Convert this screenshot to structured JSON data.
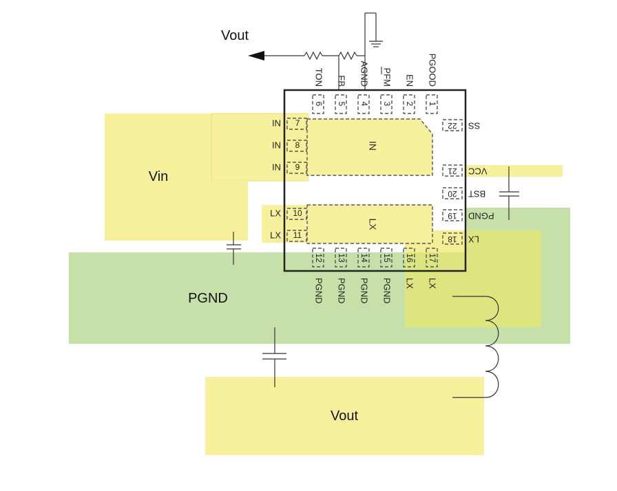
{
  "colors": {
    "yellow_area": "#f7f19d",
    "green_area": "#c7dfa8",
    "overlap_area": "#dce580",
    "chip_outline": "#222222",
    "trace": "#333333"
  },
  "labels": {
    "vin_area": "Vin",
    "pgnd_area": "PGND",
    "vout_area": "Vout",
    "vout_arrow": "Vout",
    "exposed_pad_in": "IN",
    "exposed_pad_lx": "LX"
  },
  "pins": {
    "p1": {
      "num": "1",
      "name": "PGOOD"
    },
    "p2": {
      "num": "2",
      "name": "EN"
    },
    "p3": {
      "num": "3",
      "name": "PFM"
    },
    "p4": {
      "num": "4",
      "name": "AGND"
    },
    "p5": {
      "num": "5",
      "name": "FB"
    },
    "p6": {
      "num": "6",
      "name": "TON"
    },
    "p7": {
      "num": "7",
      "name": "IN"
    },
    "p8": {
      "num": "8",
      "name": "IN"
    },
    "p9": {
      "num": "9",
      "name": "IN"
    },
    "p10": {
      "num": "10",
      "name": "LX"
    },
    "p11": {
      "num": "11",
      "name": "LX"
    },
    "p12": {
      "num": "12",
      "name": "PGND"
    },
    "p13": {
      "num": "13",
      "name": "PGND"
    },
    "p14": {
      "num": "14",
      "name": "PGND"
    },
    "p15": {
      "num": "15",
      "name": "PGND"
    },
    "p16": {
      "num": "16",
      "name": "LX"
    },
    "p17": {
      "num": "17",
      "name": "LX"
    },
    "p18": {
      "num": "18",
      "name": "LX"
    },
    "p19": {
      "num": "19",
      "name": "PGND"
    },
    "p20": {
      "num": "20",
      "name": "BST"
    },
    "p21": {
      "num": "21",
      "name": "VCC"
    },
    "p22": {
      "num": "22",
      "name": "SS"
    }
  }
}
